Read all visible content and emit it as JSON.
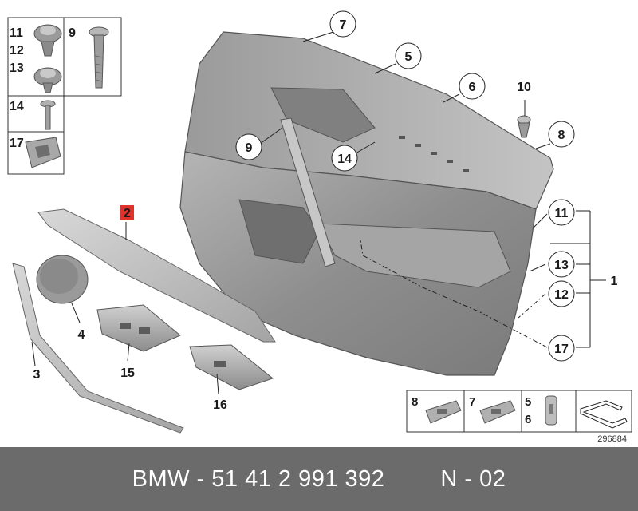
{
  "diagram": {
    "callouts": {
      "p1": "1",
      "p2": "2",
      "p3": "3",
      "p4": "4",
      "p5": "5",
      "p6": "6",
      "p7": "7",
      "p8": "8",
      "p9": "9",
      "p10": "10",
      "p11": "11",
      "p12": "12",
      "p13": "13",
      "p14": "14",
      "p15": "15",
      "p16": "16",
      "p17": "17"
    },
    "legend_box": {
      "row11": "11",
      "row12": "12",
      "row13": "13",
      "row14": "14",
      "row17": "17",
      "col9": "9"
    },
    "bottom_box": {
      "i8": "8",
      "i7": "7",
      "i5": "5",
      "i6": "6"
    },
    "drawing_number": "296884",
    "highlight_color": "#e0322b"
  },
  "footer": {
    "part_number": "BMW - 51 41 2 991 392",
    "page_code": "N - 02"
  }
}
